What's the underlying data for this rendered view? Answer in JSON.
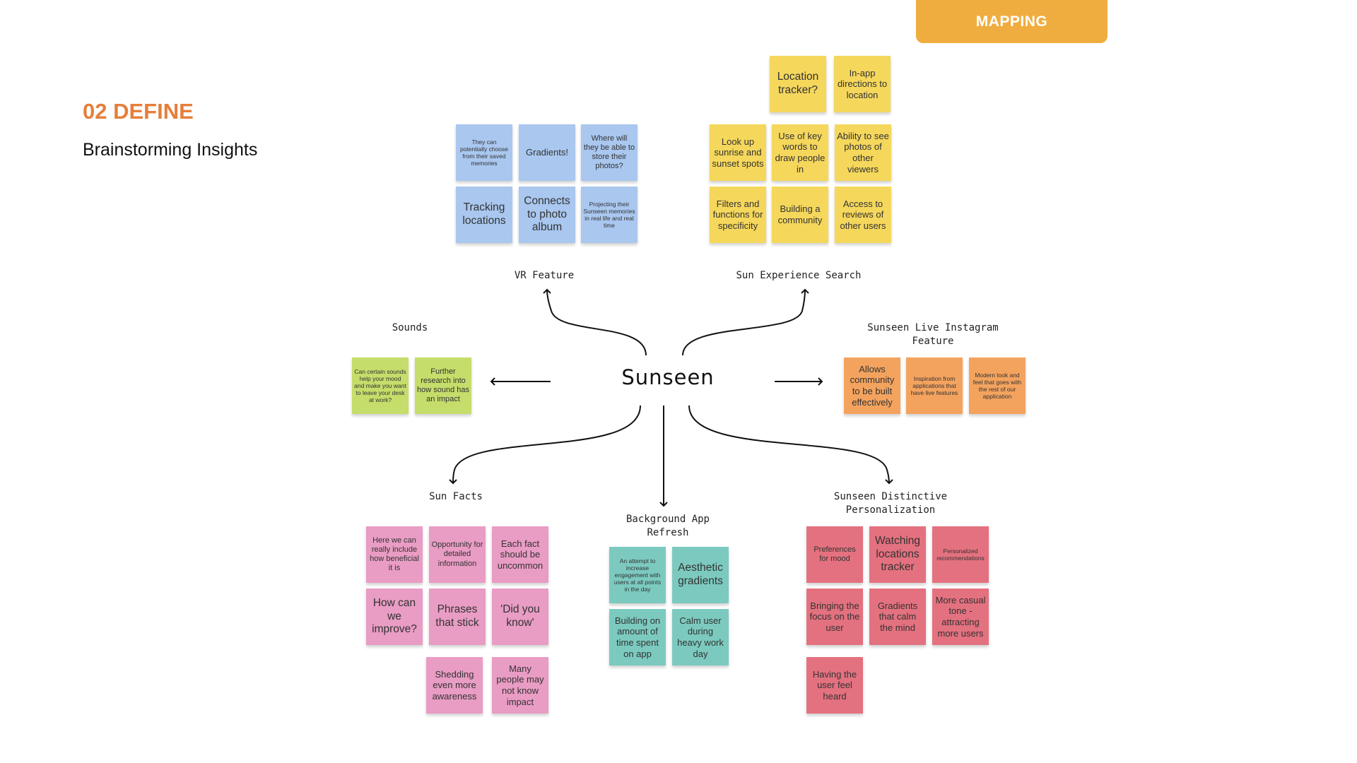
{
  "header": {
    "mapping_label": "MAPPING"
  },
  "section": {
    "number_title": "02 DEFINE",
    "subtitle": "Brainstorming Insights"
  },
  "center": "Sunseen",
  "colors": {
    "accent": "#E67E3A",
    "mapping_bg": "#F0AD3F",
    "blue": "#A9C7EF",
    "yellow": "#F5D75C",
    "green": "#C5DD6A",
    "orange": "#F4A35E",
    "pink": "#E99CC4",
    "teal": "#7CCABF",
    "red": "#E4717F"
  },
  "clusters": {
    "vr": {
      "label": "VR Feature",
      "notes": [
        "They can potentially choose from their saved memories",
        "Gradients!",
        "Where will they be able to store their photos?",
        "Tracking locations",
        "Connects to photo album",
        "Projecting their Sunseen memories in real life and real time"
      ]
    },
    "search": {
      "label": "Sun Experience Search",
      "notes": [
        "Location tracker?",
        "In-app directions to location",
        "Look up sunrise and sunset spots",
        "Use of key words to draw people in",
        "Ability to see photos of other viewers",
        "Filters and functions for specificity",
        "Building a community",
        "Access to reviews of other users"
      ]
    },
    "sounds": {
      "label": "Sounds",
      "notes": [
        "Can certain sounds help your mood and make you want to leave your desk at work?",
        "Further research into how sound has an impact"
      ]
    },
    "live": {
      "label": "Sunseen Live Instagram\nFeature",
      "notes": [
        "Allows community to be built effectively",
        "Inspiration from applications that have live features",
        "Modern look and feel that goes with the rest of our application"
      ]
    },
    "facts": {
      "label": "Sun Facts",
      "notes": [
        "Here we can really include how beneficial it is",
        "Opportunity for detailed information",
        "Each fact should be uncommon",
        "How can we improve?",
        "Phrases that stick",
        "'Did you know'",
        "Shedding even more awareness",
        "Many people may not know impact"
      ]
    },
    "refresh": {
      "label": "Background App\nRefresh",
      "notes": [
        "An attempt to increase engagement with users at all points in the day",
        "Aesthetic gradients",
        "Building on amount of time spent on app",
        "Calm user during heavy work day"
      ]
    },
    "personal": {
      "label": "Sunseen Distinctive\nPersonalization",
      "notes": [
        "Preferences for mood",
        "Watching locations tracker",
        "Personalized recommendations",
        "Bringing the focus on the user",
        "Gradients that calm the mind",
        "More casual tone - attracting more users",
        "Having the user feel heard"
      ]
    }
  }
}
